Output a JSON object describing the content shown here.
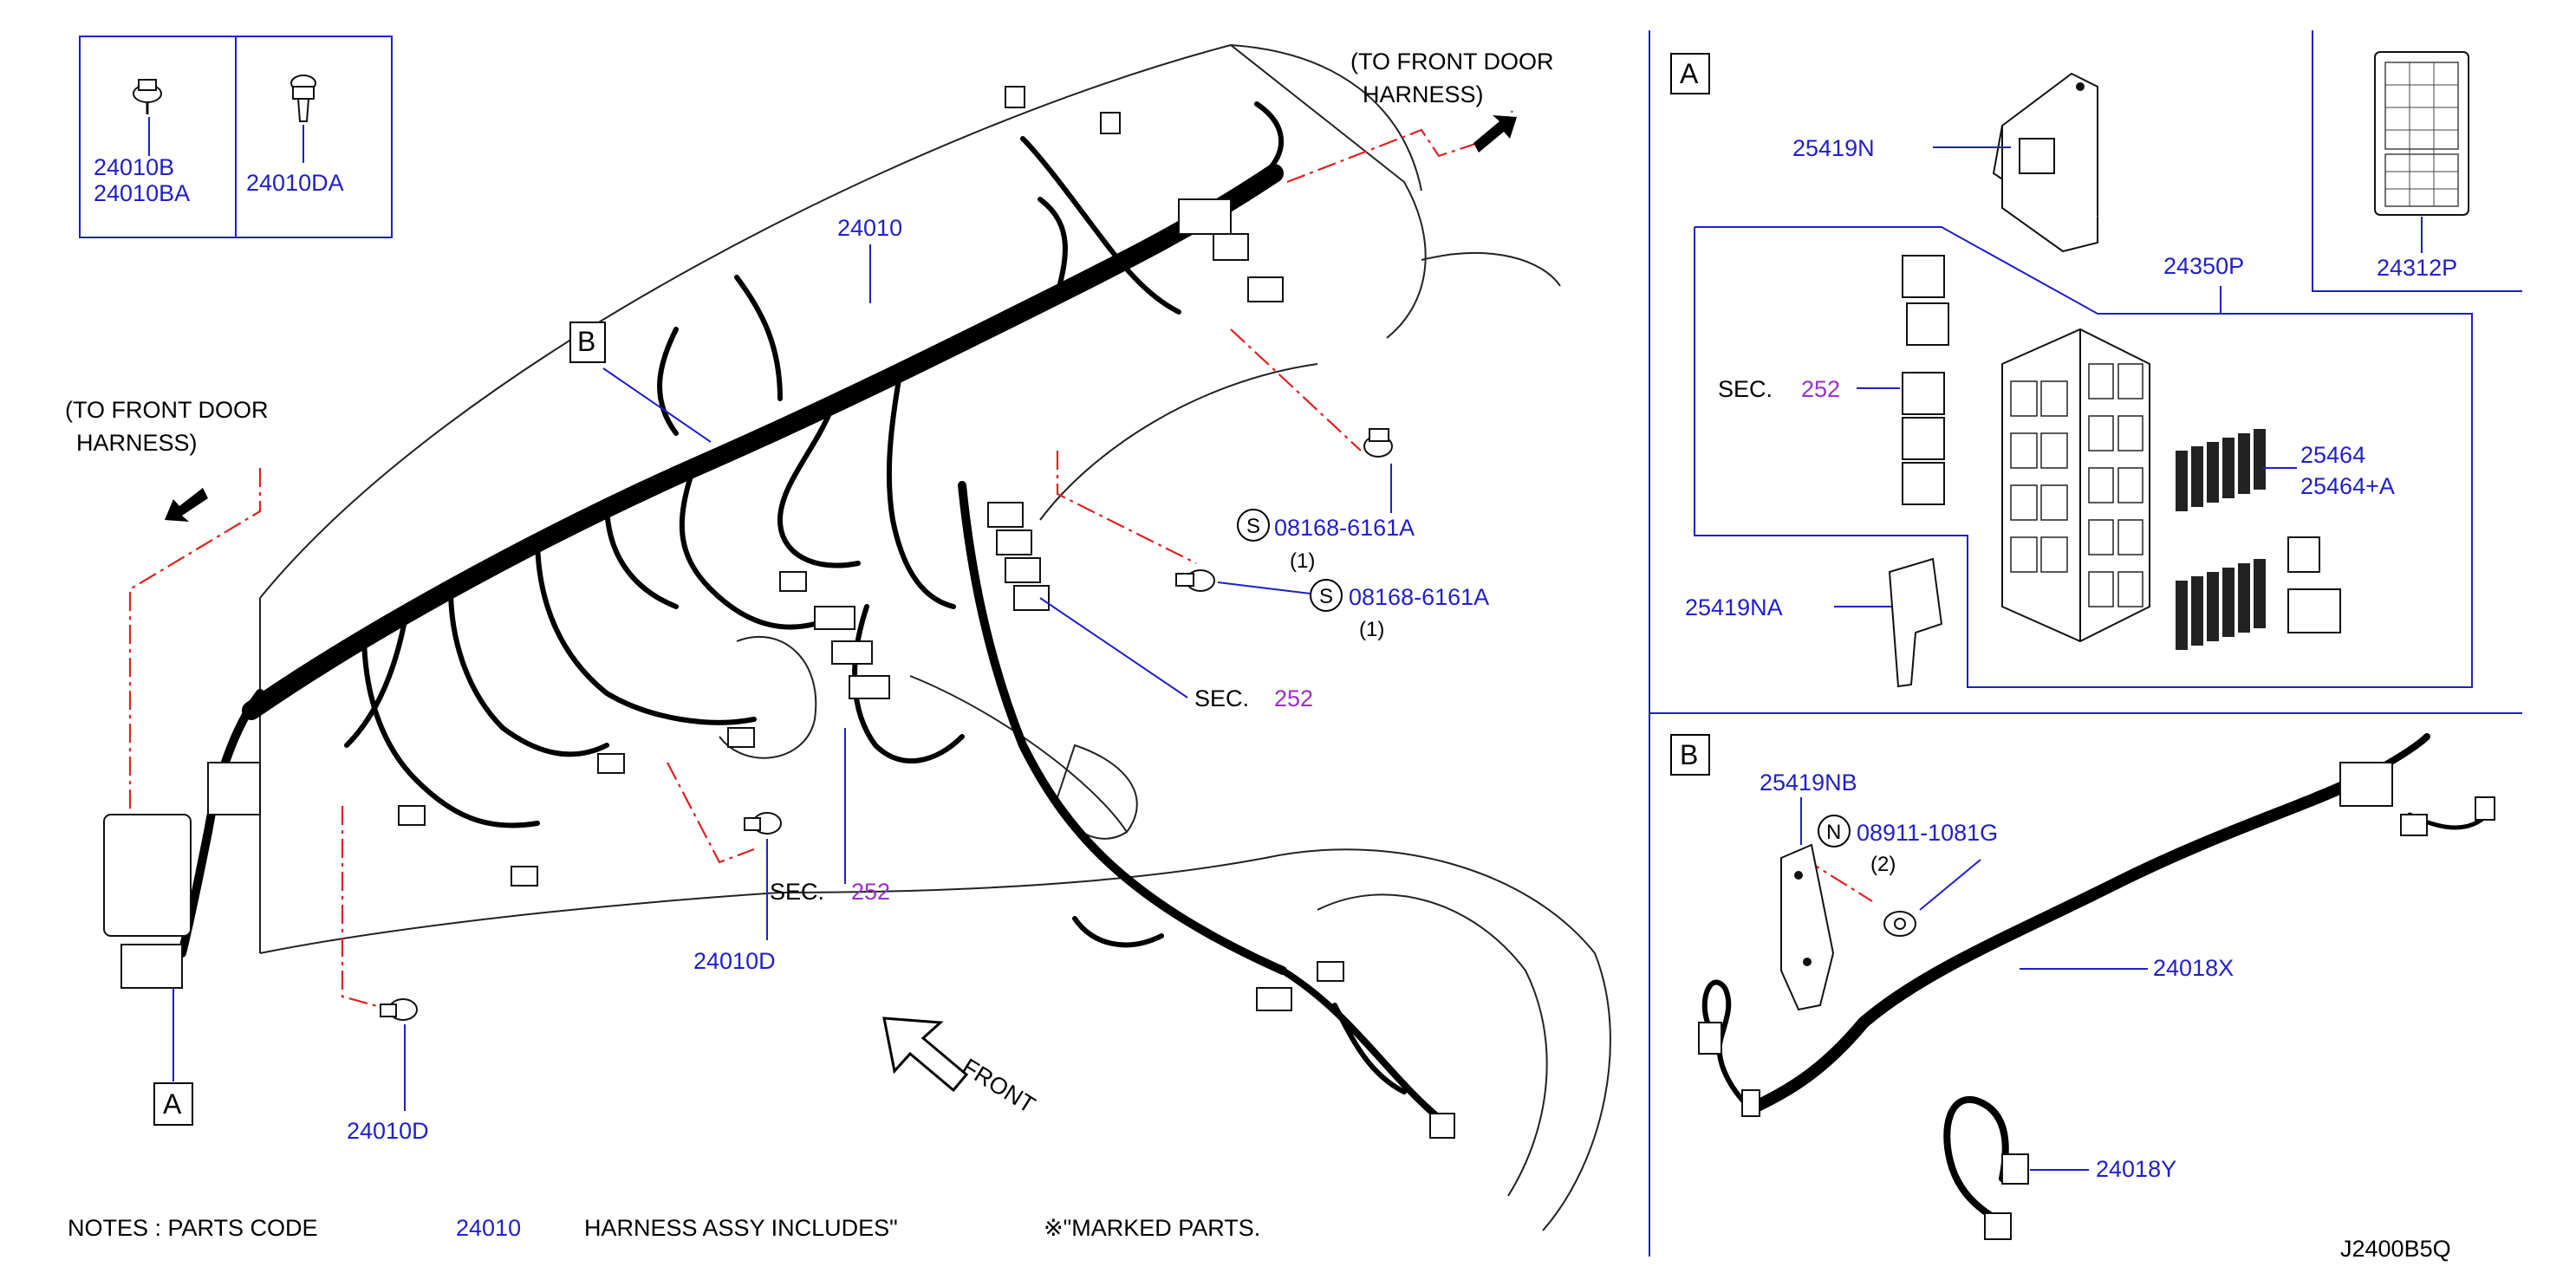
{
  "fastener_box": {
    "left_line1": "24010B",
    "left_line2": "24010BA",
    "right": "24010DA"
  },
  "main": {
    "front_door_harness_right": [
      "(TO  FRONT  DOOR",
      "HARNESS)"
    ],
    "front_door_harness_left": [
      "(TO  FRONT  DOOR",
      "HARNESS)"
    ],
    "harness_label": "24010",
    "callout_b": "B",
    "callout_a": "A",
    "sec_prefix": "SEC.",
    "sec_number": "252",
    "bolt_s_1": {
      "code": "08168-6161A",
      "qty": "(1)",
      "symbol": "S"
    },
    "bolt_s_2": {
      "code": "08168-6161A",
      "qty": "(1)",
      "symbol": "S"
    },
    "label_24010d_center": "24010D",
    "label_24010d_bottom": "24010D",
    "front_label": "FRONT"
  },
  "panel_a": {
    "tag": "A",
    "label_25419n": "25419N",
    "label_24312p": "24312P",
    "label_24350p": "24350P",
    "sec_prefix": "SEC.",
    "sec_number": "252",
    "label_25464": "25464",
    "label_25464a": "25464+A",
    "label_25419na": "25419NA"
  },
  "panel_b": {
    "tag": "B",
    "label_25419nb": "25419NB",
    "nut": {
      "symbol": "N",
      "code": "08911-1081G",
      "qty": "(2)"
    },
    "label_24018x": "24018X",
    "label_24018y": "24018Y"
  },
  "notes": {
    "prefix": "NOTES  :  PARTS  CODE",
    "code": "24010",
    "suffix": "HARNESS  ASSY  INCLUDES\"",
    "marked": "※\"MARKED  PARTS."
  },
  "diagram_id": "J2400B5Q",
  "colors": {
    "label_blue": "#1f1fc8",
    "sec_purple": "#9a2fc9",
    "phantom_red": "#e02020"
  }
}
